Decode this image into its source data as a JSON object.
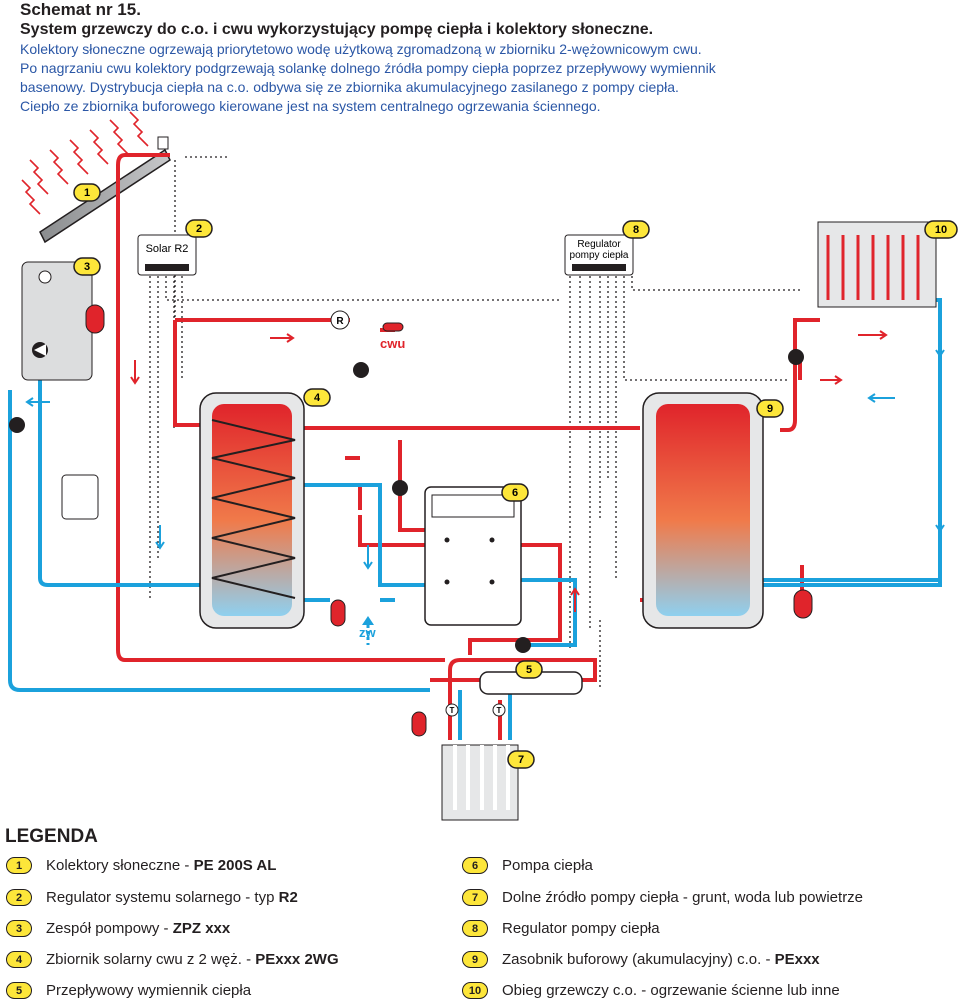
{
  "header": {
    "number": "Schemat nr 15.",
    "title": "System grzewczy do c.o. i cwu wykorzystujący pompę ciepła i kolektory słoneczne.",
    "lines": [
      "Kolektory słoneczne ogrzewają priorytetowo wodę użytkową zgromadzoną w zbiorniku 2-wężownicowym cwu.",
      "Po nagrzaniu cwu kolektory podgrzewają solankę dolnego źródła pompy ciepła poprzez przepływowy wymiennik",
      "basenowy. Dystrybucja ciepła na c.o. odbywa się ze zbiornika akumulacyjnego zasilanego z pompy ciepła.",
      "Ciepło ze zbiornika buforowego kierowane jest na system centralnego ogrzewania ściennego."
    ]
  },
  "diagram": {
    "solar_label": "Solar R2",
    "regulator_label_1": "Regulator",
    "regulator_label_2": "pompy ciepła",
    "cwu_label": "cwu",
    "zw_label": "zw",
    "r_label": "R",
    "t_label": "T",
    "badges": [
      "1",
      "2",
      "3",
      "4",
      "5",
      "6",
      "7",
      "8",
      "9",
      "10"
    ],
    "colors": {
      "hot": "#e0242b",
      "cold": "#1ba1dc",
      "badge": "#fde63a",
      "control": "#231f20"
    }
  },
  "legend": {
    "title": "LEGENDA",
    "items": [
      {
        "num": "1",
        "text": "Kolektory słoneczne - ",
        "bold": "PE 200S AL"
      },
      {
        "num": "2",
        "text": "Regulator systemu solarnego - typ ",
        "bold": "R2"
      },
      {
        "num": "3",
        "text": "Zespół pompowy - ",
        "bold": "ZPZ xxx"
      },
      {
        "num": "4",
        "text": "Zbiornik solarny cwu z 2 węż. - ",
        "bold": "PExxx 2WG"
      },
      {
        "num": "5",
        "text": "Przepływowy wymiennik ciepła",
        "bold": ""
      },
      {
        "num": "6",
        "text": "Pompa ciepła",
        "bold": ""
      },
      {
        "num": "7",
        "text": "Dolne źródło pompy ciepła - grunt, woda lub powietrze",
        "bold": ""
      },
      {
        "num": "8",
        "text": "Regulator pompy ciepła",
        "bold": ""
      },
      {
        "num": "9",
        "text": "Zasobnik buforowy (akumulacyjny) c.o. - ",
        "bold": "PExxx"
      },
      {
        "num": "10",
        "text": "Obieg grzewczy c.o. - ogrzewanie ścienne lub inne",
        "bold": ""
      }
    ]
  }
}
